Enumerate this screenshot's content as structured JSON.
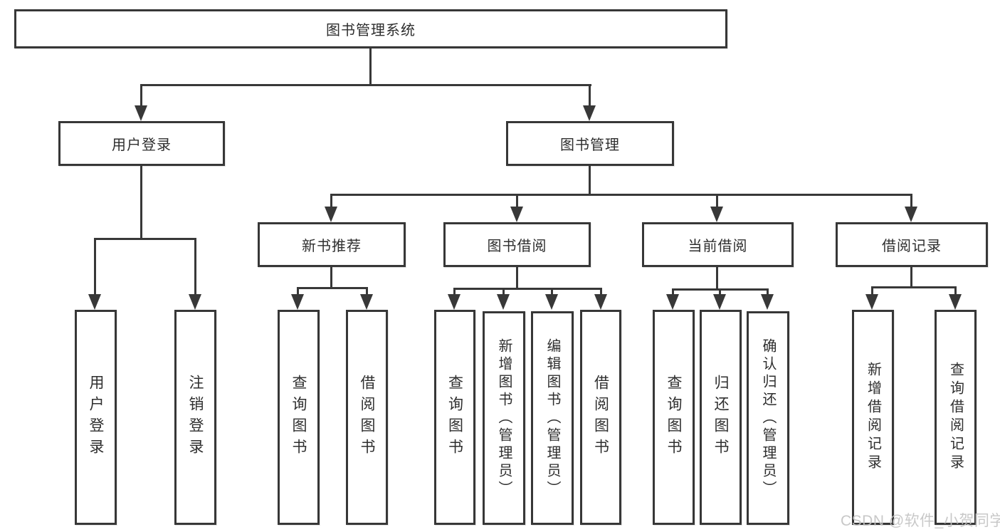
{
  "nodes": {
    "root": {
      "label": "图书管理系统"
    },
    "user_login": {
      "label": "用户登录"
    },
    "book_mgmt": {
      "label": "图书管理"
    },
    "new_book_rec": {
      "label": "新书推荐"
    },
    "book_borrow": {
      "label": "图书借阅"
    },
    "current_borrow": {
      "label": "当前借阅"
    },
    "borrow_records": {
      "label": "借阅记录"
    },
    "leaf_user_login": {
      "label": "用户登录"
    },
    "leaf_logout": {
      "label": "注销登录"
    },
    "leaf_nbr_query": {
      "label": "查询图书"
    },
    "leaf_nbr_borrow": {
      "label": "借阅图书"
    },
    "leaf_bb_query": {
      "label": "查询图书"
    },
    "leaf_bb_add": {
      "label": "新增图书（管理员）"
    },
    "leaf_bb_edit": {
      "label": "编辑图书（管理员）"
    },
    "leaf_bb_borrow": {
      "label": "借阅图书"
    },
    "leaf_cb_query": {
      "label": "查询图书"
    },
    "leaf_cb_return": {
      "label": "归还图书"
    },
    "leaf_cb_confirm": {
      "label": "确认归还（管理员）"
    },
    "leaf_br_add": {
      "label": "新增借阅记录"
    },
    "leaf_br_query": {
      "label": "查询借阅记录"
    }
  },
  "watermark": {
    "text": "CSDN @软件_小贺同学"
  },
  "colors": {
    "line": "#383838",
    "border": "#373737",
    "text": "#2e2e2e",
    "background": "#ffffff",
    "watermark": "#c3c3c3"
  }
}
